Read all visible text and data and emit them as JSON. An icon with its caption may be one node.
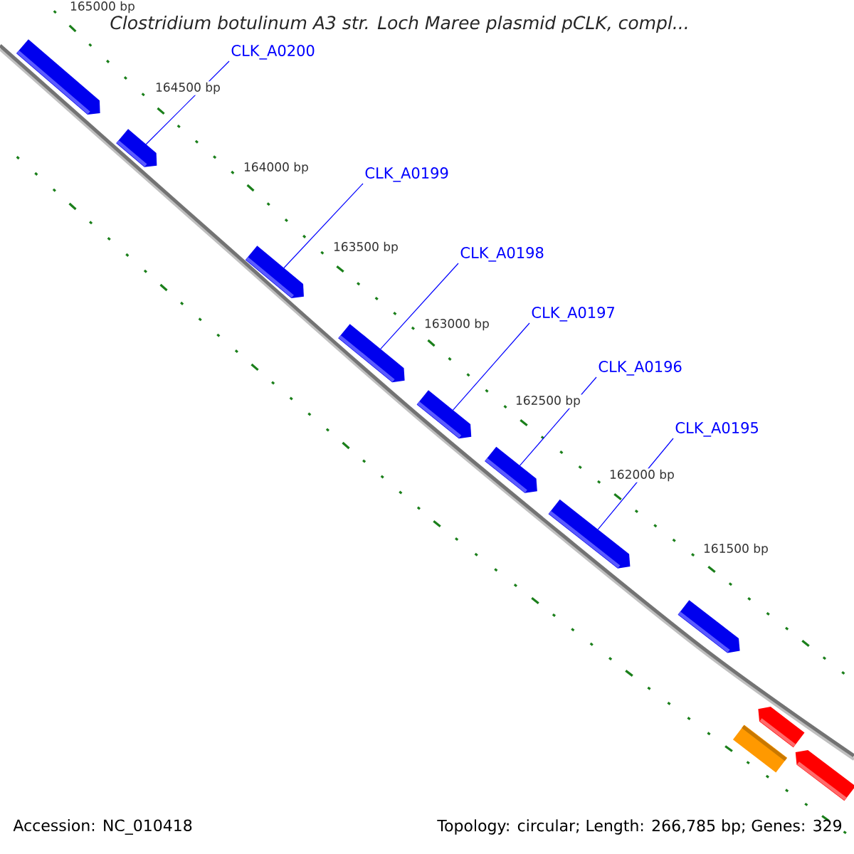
{
  "diagram": {
    "title": "Clostridium botulinum A3 str. Loch Maree plasmid pCLK, compl...",
    "nodes": [
      {
        "text": [
          "CLK_A0200"
        ]
      },
      {
        "text": [
          "CLK_A0199"
        ]
      },
      {
        "text": [
          "CLK_A0198"
        ]
      },
      {
        "text": [
          "CLK_A0197"
        ]
      },
      {
        "text": [
          "CLK_A0196"
        ]
      },
      {
        "text": [
          "CLK_A0195"
        ]
      },
      {
        "text": [],
        "shape": "arrow"
      },
      {
        "text": [],
        "shape": "arrow"
      },
      {
        "text": [],
        "shape": "arrow"
      },
      {
        "text": [],
        "shape": "arrow"
      },
      {
        "text": [],
        "shape": "arrow"
      },
      {
        "text": [],
        "shape": "arrow"
      },
      {
        "text": [],
        "shape": "arrow"
      },
      {
        "text": [],
        "shape": "arrow"
      },
      {
        "text": [],
        "shape": "box"
      },
      {
        "text": [],
        "shape": "arrow"
      },
      {
        "text": [],
        "shape": "arrow"
      }
    ],
    "edges": [
      {
        "from": 0,
        "to": 7,
        "arrow": "none"
      },
      {
        "from": 1,
        "to": 8,
        "arrow": "none"
      },
      {
        "from": 2,
        "to": 9,
        "arrow": "none"
      },
      {
        "from": 3,
        "to": 10,
        "arrow": "none"
      },
      {
        "from": 4,
        "to": 11,
        "arrow": "none"
      },
      {
        "from": 5,
        "to": 12,
        "arrow": "none"
      }
    ],
    "labels": [
      "165000 bp",
      "164500 bp",
      "164000 bp",
      "163500 bp",
      "163000 bp",
      "162500 bp",
      "162000 bp",
      "161500 bp",
      "Accession: NC_010418",
      "Topology: circular; Length: 266,785 bp; Genes: 329"
    ]
  }
}
